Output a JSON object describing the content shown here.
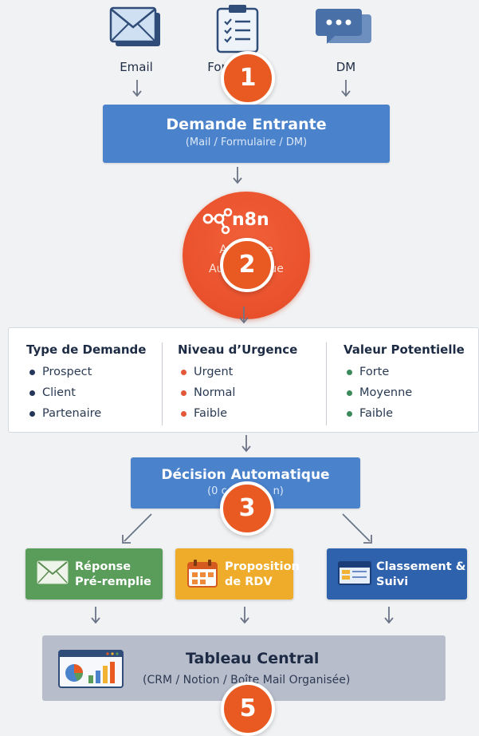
{
  "sources": [
    {
      "label": "Email",
      "icon": "envelope-icon"
    },
    {
      "label": "For",
      "icon": "clipboard-checklist-icon"
    },
    {
      "label": "DM",
      "icon": "chat-bubble-icon"
    }
  ],
  "incoming": {
    "title": "Demande Entrante",
    "subtitle": "(Mail / Formulaire / DM)"
  },
  "n8n": {
    "logo_text": "n8n",
    "line1": "A           e",
    "line2": "Au             ue"
  },
  "badges": [
    "1",
    "2",
    "3",
    "5"
  ],
  "classification": {
    "columns": [
      {
        "title": "Type de Demande",
        "items": [
          "Prospect",
          "Client",
          "Partenaire"
        ],
        "dot_color": "#24365a"
      },
      {
        "title": "Niveau d’Urgence",
        "items": [
          "Urgent",
          "Normal",
          "Faible"
        ],
        "dot_color": "#e4583a"
      },
      {
        "title": "Valeur Potentielle",
        "items": [
          "Forte",
          "Moyenne",
          "Faible"
        ],
        "dot_color": "#3b8a5a"
      }
    ]
  },
  "decision": {
    "title": "Décision Automatique",
    "subtitle": "(0 c              n)"
  },
  "actions": [
    {
      "line1": "Réponse",
      "line2": "Pré-remplie",
      "color": "#5a9c5a",
      "icon": "envelope-icon"
    },
    {
      "line1": "Proposition",
      "line2": "de RDV",
      "color": "#eeac2a",
      "icon": "calendar-icon"
    },
    {
      "line1": "Classement &",
      "line2": "Suivi",
      "color": "#2f62ad",
      "icon": "folder-window-icon"
    }
  ],
  "central": {
    "title": "Tableau Central",
    "subtitle": "(CRM / Notion / Boîte Mail Organisée)"
  },
  "colors": {
    "accent_blue": "#4a82cc",
    "n8n_orange": "#e9512c",
    "badge_orange": "#e85a22"
  }
}
